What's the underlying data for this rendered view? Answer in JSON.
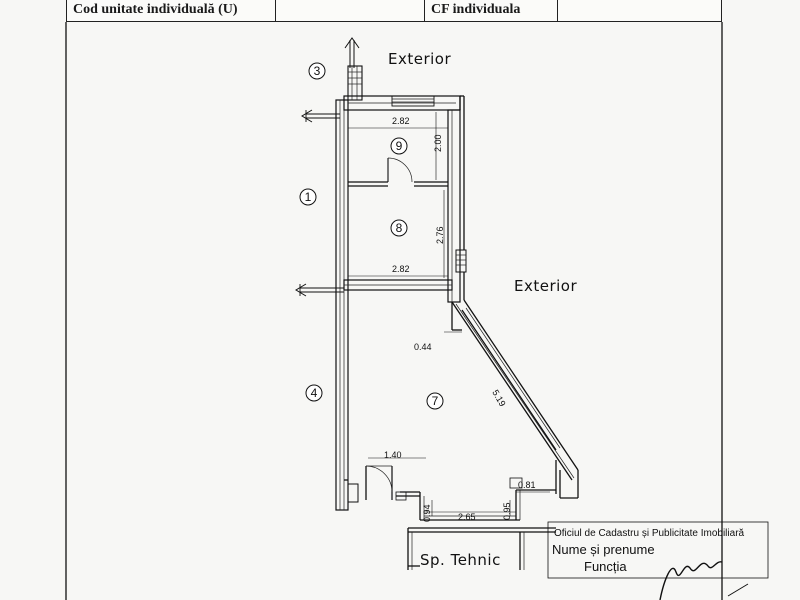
{
  "header": {
    "cod_label": "Cod unitate individuală (U)",
    "cf_label": "CF individuala"
  },
  "labels": {
    "exterior_top": "Exterior",
    "exterior_right": "Exterior",
    "sp_tehnic": "Sp. Tehnic"
  },
  "rooms": {
    "r7": "7",
    "r8": "8",
    "r9": "9"
  },
  "neighbors": {
    "n1": "1",
    "n3": "3",
    "n4": "4"
  },
  "dimensions": {
    "d_282_top": "2.82",
    "d_200": "2.00",
    "d_276": "2.76",
    "d_282_mid": "2.82",
    "d_044": "0.44",
    "d_519": "5.19",
    "d_140": "1.40",
    "d_081": "0.81",
    "d_094": "0.94",
    "d_265": "2.65",
    "d_095": "0.95"
  },
  "stamp": {
    "line1": "Oficiul de Cadastru și Publicitate Imobiliară",
    "line2": "Nume și prenume",
    "line3": "Funcția"
  }
}
